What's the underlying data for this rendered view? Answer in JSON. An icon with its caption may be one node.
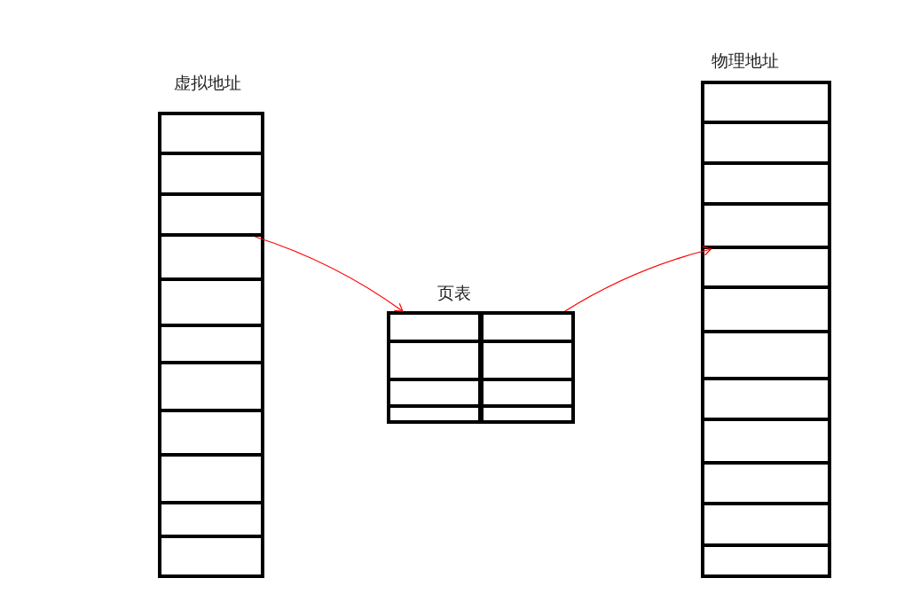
{
  "diagram": {
    "nodes": [
      {
        "text": [
          "虚拟地址"
        ]
      },
      {
        "text": [],
        "shape": "box",
        "in": 0
      },
      {
        "text": [],
        "shape": "box",
        "in": 0
      },
      {
        "text": [],
        "shape": "box",
        "in": 0
      },
      {
        "text": [],
        "shape": "box",
        "in": 0
      },
      {
        "text": [],
        "shape": "box",
        "in": 0
      },
      {
        "text": [],
        "shape": "box",
        "in": 0
      },
      {
        "text": [],
        "shape": "box",
        "in": 0
      },
      {
        "text": [],
        "shape": "box",
        "in": 0
      },
      {
        "text": [],
        "shape": "box",
        "in": 0
      },
      {
        "text": [],
        "shape": "box",
        "in": 0
      },
      {
        "text": [],
        "shape": "box",
        "in": 0
      },
      {
        "text": [
          "页表"
        ]
      },
      {
        "text": [],
        "shape": "box",
        "in": 12
      },
      {
        "text": [],
        "shape": "box",
        "in": 12
      },
      {
        "text": [],
        "shape": "box",
        "in": 12
      },
      {
        "text": [],
        "shape": "box",
        "in": 12
      },
      {
        "text": [],
        "shape": "box",
        "in": 12
      },
      {
        "text": [],
        "shape": "box",
        "in": 12
      },
      {
        "text": [],
        "shape": "box",
        "in": 12
      },
      {
        "text": [],
        "shape": "box",
        "in": 12
      },
      {
        "text": [
          "物理地址"
        ]
      },
      {
        "text": [],
        "shape": "box",
        "in": 21
      },
      {
        "text": [],
        "shape": "box",
        "in": 21
      },
      {
        "text": [],
        "shape": "box",
        "in": 21
      },
      {
        "text": [],
        "shape": "box",
        "in": 21
      },
      {
        "text": [],
        "shape": "box",
        "in": 21
      },
      {
        "text": [],
        "shape": "box",
        "in": 21
      },
      {
        "text": [],
        "shape": "box",
        "in": 21
      },
      {
        "text": [],
        "shape": "box",
        "in": 21
      },
      {
        "text": [],
        "shape": "box",
        "in": 21
      },
      {
        "text": [],
        "shape": "box",
        "in": 21
      },
      {
        "text": [],
        "shape": "box",
        "in": 21
      },
      {
        "text": [],
        "shape": "box",
        "in": 21
      }
    ],
    "edges": [
      {
        "from": 3,
        "to": 13,
        "arrow": "to",
        "color": "#ff0000"
      },
      {
        "from": 14,
        "to": 25,
        "arrow": "to",
        "color": "#ff0000"
      }
    ]
  }
}
